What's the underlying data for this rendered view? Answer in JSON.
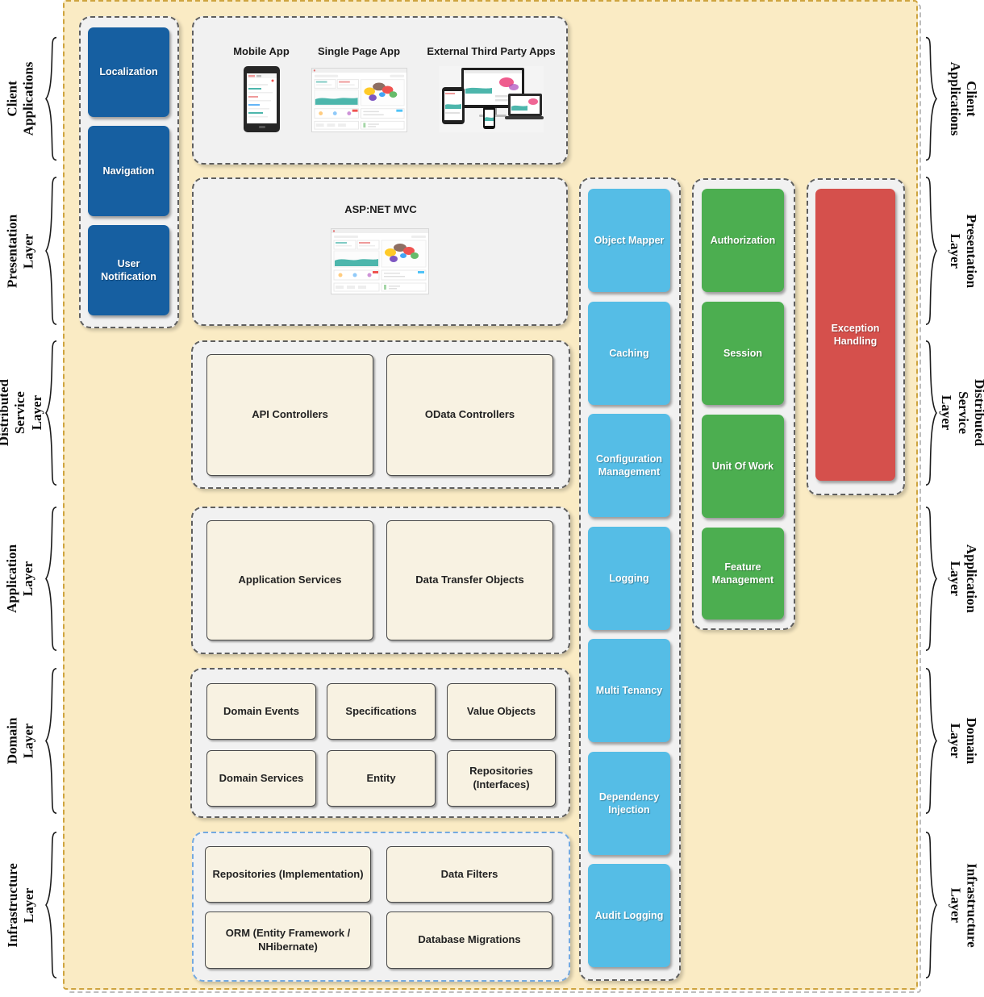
{
  "colors": {
    "background": "#FAEBC4",
    "outer_border": "#CEA43F",
    "blue": "#165FA1",
    "cyan": "#55BDE6",
    "green": "#4CAE50",
    "red": "#D5504C",
    "infrastructure_border": "#74A9E0"
  },
  "side_labels": {
    "client": "Client\nApplications",
    "presentation": "Presentation\nLayer",
    "distributed": "Distributed\nService Layer",
    "application": "Application\nLayer",
    "domain": "Domain\nLayer",
    "infrastructure": "Infrastructure\nLayer"
  },
  "ui_elements": {
    "items": [
      "Localization",
      "Navigation",
      "User Notification"
    ]
  },
  "client_apps": {
    "labels": [
      "Mobile App",
      "Single Page App",
      "External Third Party Apps"
    ]
  },
  "presentation": {
    "title": "ASP:NET MVC"
  },
  "distributed": {
    "boxes": [
      "API Controllers",
      "OData Controllers"
    ]
  },
  "application": {
    "boxes": [
      "Application Services",
      "Data Transfer Objects"
    ]
  },
  "domain": {
    "boxes": [
      "Domain Events",
      "Specifications",
      "Value Objects",
      "Domain Services",
      "Entity",
      "Repositories (Interfaces)"
    ]
  },
  "infrastructure": {
    "boxes": [
      "Repositories (Implementation)",
      "Data Filters",
      "ORM (Entity Framework / NHibernate)",
      "Database Migrations"
    ]
  },
  "cross_cutting": {
    "cyan": [
      "Object Mapper",
      "Caching",
      "Configuration Management",
      "Logging",
      "Multi Tenancy",
      "Dependency Injection",
      "Audit Logging"
    ],
    "green": [
      "Authorization",
      "Session",
      "Unit Of Work",
      "Feature Management"
    ],
    "red": [
      "Exception Handling"
    ]
  }
}
